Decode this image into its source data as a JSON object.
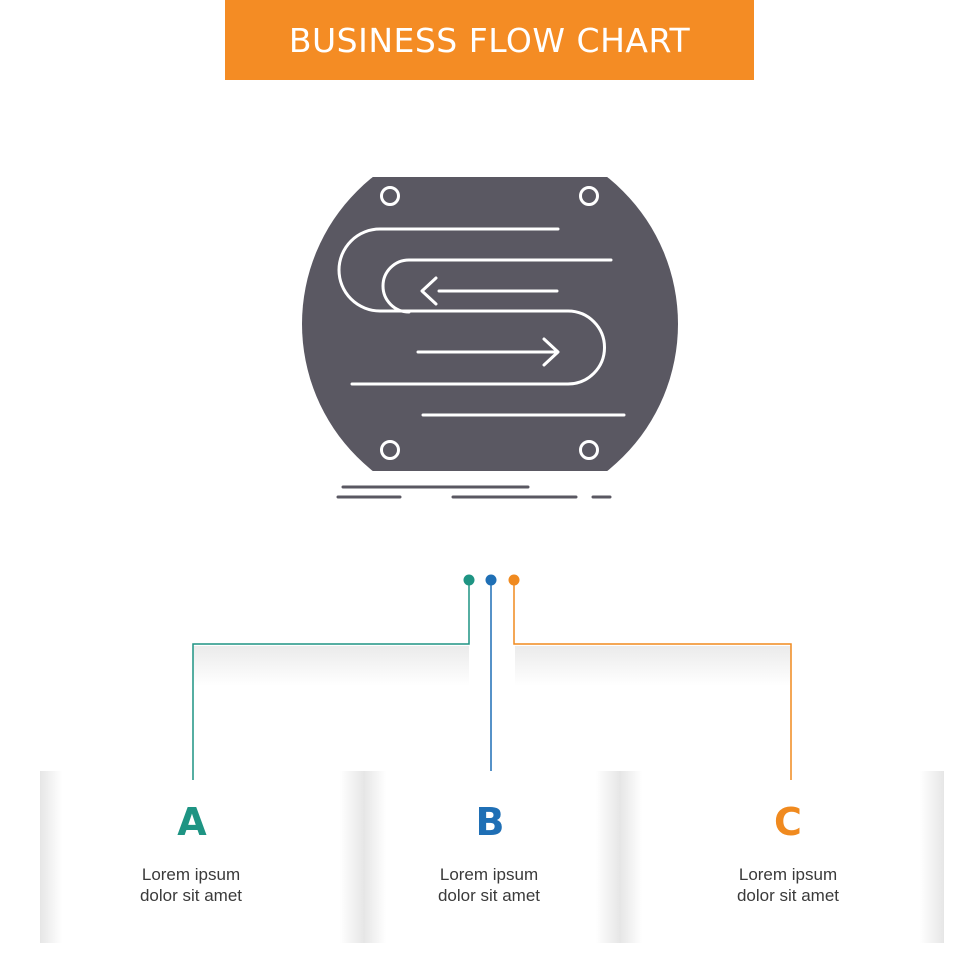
{
  "title": "BUSINESS FLOW CHART",
  "colors": {
    "header": "#f48c24",
    "icon": "#5a5862",
    "a": "#1e9483",
    "b": "#1f6fb5",
    "c": "#f08a1f"
  },
  "icon_name": "route-flow-icon",
  "options": [
    {
      "letter": "A",
      "line1": "Lorem ipsum",
      "line2": "dolor sit amet"
    },
    {
      "letter": "B",
      "line1": "Lorem ipsum",
      "line2": "dolor sit amet"
    },
    {
      "letter": "C",
      "line1": "Lorem ipsum",
      "line2": "dolor sit amet"
    }
  ]
}
